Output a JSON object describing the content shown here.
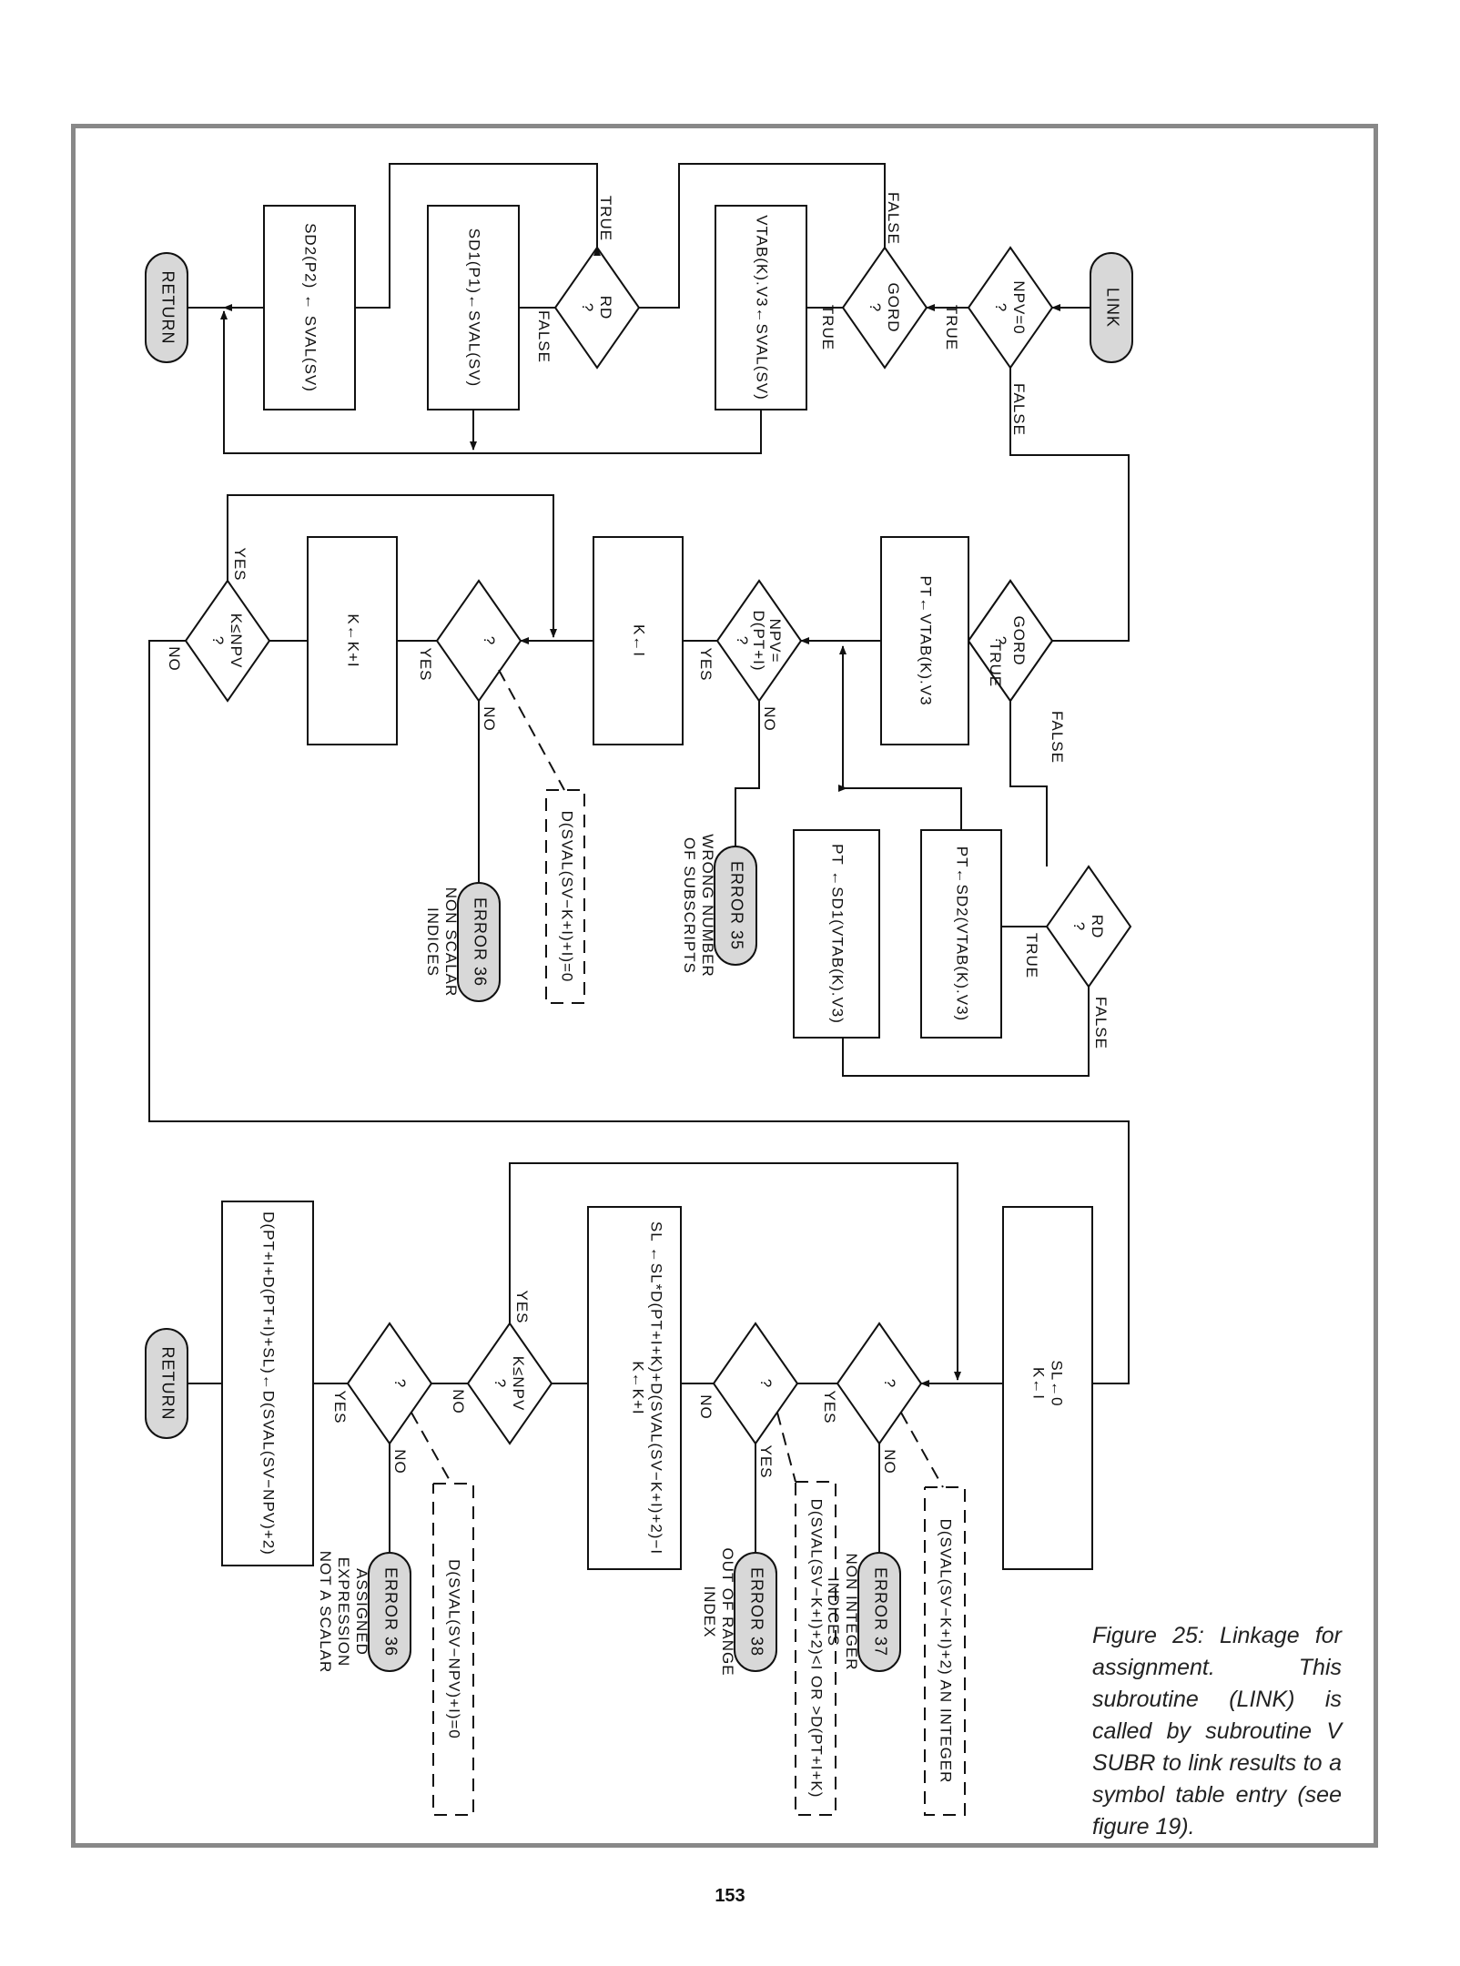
{
  "terminals": {
    "link": "LINK",
    "return_a": "RETURN",
    "return_b": "RETURN",
    "error35": "ERROR 35",
    "error36a": "ERROR 36",
    "error37": "ERROR 37",
    "error38": "ERROR 38",
    "error36b": "ERROR 36"
  },
  "decisions": {
    "npv0": [
      "NPV=0",
      "?"
    ],
    "gord1": [
      "GORD",
      "?"
    ],
    "rd1": [
      "RD",
      "?"
    ],
    "gord2": [
      "GORD",
      "?"
    ],
    "rd2": [
      "RD",
      "?"
    ],
    "npvd": [
      "NPV=",
      "D(PT+I)",
      "?"
    ],
    "q1": [
      "?"
    ],
    "klenpv1": [
      "K≤NPV",
      "?"
    ],
    "q2": [
      "?"
    ],
    "q3": [
      "?"
    ],
    "klenpv2": [
      "K≤NPV",
      "?"
    ],
    "q4": [
      "?"
    ]
  },
  "processes": {
    "vtab": "VTAB(K).V3←SVAL(SV)",
    "sd1": "SD1(P1)←SVAL(SV)",
    "sd2": "SD2(P2) ← SVAL(SV)",
    "pt_vtab": "PT←VTAB(K).V3",
    "pt_sd2": "PT←SD2(VTAB(K).V3)",
    "pt_sd1": "PT ←SD1(VTAB(K).V3)",
    "k1": "K←I",
    "kk1": "K←K+I",
    "sl0_a": "SL←0",
    "sl0_b": "K←I",
    "slcalc_a": "SL ←SL*D(PT+I+K)+D(SVAL(SV−K+I)+2)−I",
    "slcalc_b": "K←K+I",
    "dfinal": "D(PT+I+D(PT+I)+SL)←D(SVAL(SV−NPV)+2)"
  },
  "annotations": {
    "a36": "D(SVAL(SV−K+I)+I)=0",
    "a37": "D(SVAL(SV−K+I)+2) AN INTEGER",
    "a38": "D(SVAL(SV−K+I)+2)<I OR >D(PT+I+K)",
    "a36b": "D(SVAL(SV−NPV)+I)=0"
  },
  "notes": {
    "e35": [
      "WRONG NUMBER",
      "OF SUBSCRIPTS"
    ],
    "e36": [
      "NON SCALAR",
      "INDICES"
    ],
    "e37": [
      "NON INTEGER",
      "INDICES"
    ],
    "e38": [
      "OUT OF RANGE",
      "INDEX"
    ],
    "e36b": [
      "ASSIGNED",
      "EXPRESSION",
      "NOT A SCALAR"
    ]
  },
  "branch": {
    "true": "TRUE",
    "false": "FALSE",
    "yes": "YES",
    "no": "NO"
  },
  "caption": "Figure 25: Linkage for assignment. This subroutine (LINK) is called by subroutine V SUBR to link results to a symbol table entry (see figure 19).",
  "page_number": "153"
}
